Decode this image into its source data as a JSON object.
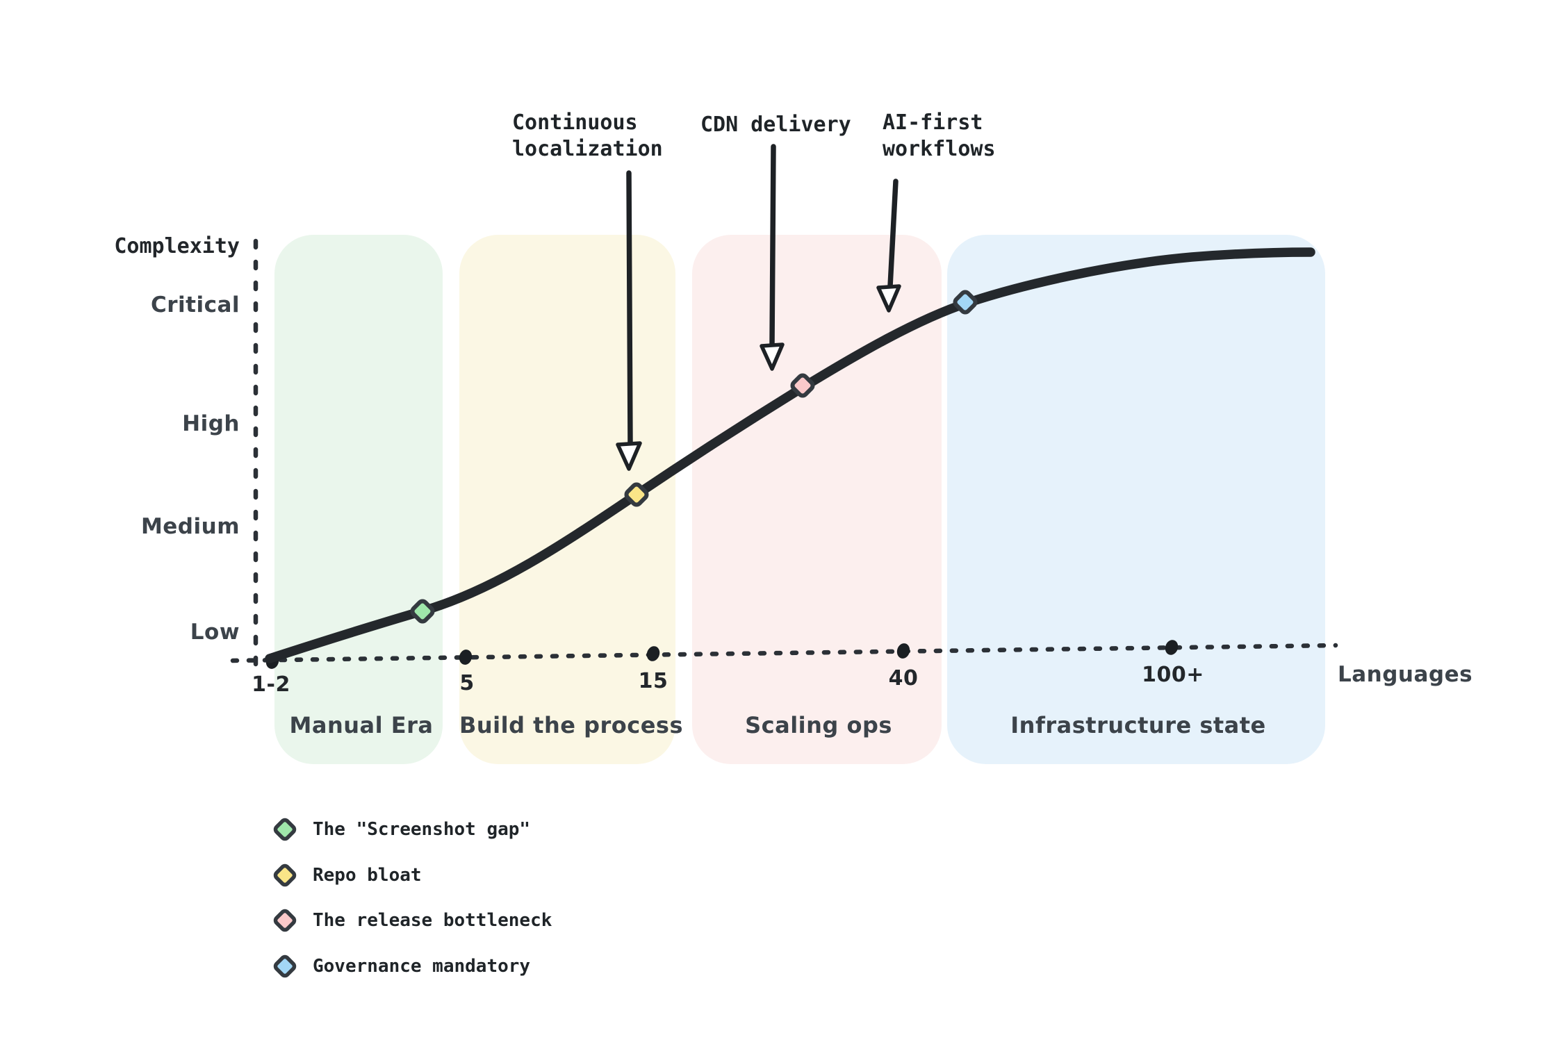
{
  "colors": {
    "ink": "#23272b",
    "outline": "#343a40",
    "zone_green": "#eaf6ec",
    "zone_yellow": "#fbf7e4",
    "zone_pink": "#fcefee",
    "zone_blue": "#e6f2fb",
    "milestone_green": "#9fe7ab",
    "milestone_yellow": "#fae588",
    "milestone_pink": "#fbc9ca",
    "milestone_blue": "#a3d7f6"
  },
  "y_axis": {
    "title": "Complexity",
    "labels": [
      "Critical",
      "High",
      "Medium",
      "Low"
    ]
  },
  "x_axis": {
    "title": "Languages",
    "ticks": [
      "1-2",
      "5",
      "15",
      "40",
      "100+"
    ]
  },
  "zones": [
    {
      "label": "Manual Era"
    },
    {
      "label": "Build the process"
    },
    {
      "label": "Scaling ops"
    },
    {
      "label": "Infrastructure state"
    }
  ],
  "annotations": [
    {
      "label": "Continuous\nlocalization"
    },
    {
      "label": "CDN delivery"
    },
    {
      "label": "AI-first\nworkflows"
    }
  ],
  "legend": [
    {
      "label": "The \"Screenshot gap\""
    },
    {
      "label": "Repo bloat"
    },
    {
      "label": "The release bottleneck"
    },
    {
      "label": "Governance mandatory"
    }
  ],
  "chart_data": {
    "type": "line",
    "title": "",
    "xlabel": "Languages",
    "ylabel": "Complexity",
    "x_ticks": [
      "1-2",
      "5",
      "15",
      "40",
      "100+"
    ],
    "y_ticks_bottom_to_top": [
      "Low",
      "Medium",
      "High",
      "Critical"
    ],
    "curve_shape": "s-curve rising from Low complexity at 1-2 languages, steepest between 5 and 40, plateauing near maximum beyond 100+",
    "curve_points_normalized": [
      [
        0.0,
        0.02
      ],
      [
        0.15,
        0.12
      ],
      [
        0.35,
        0.42
      ],
      [
        0.52,
        0.67
      ],
      [
        0.67,
        0.88
      ],
      [
        0.83,
        0.97
      ],
      [
        1.0,
        0.995
      ]
    ],
    "zones": [
      {
        "label": "Manual Era",
        "x_range": "1-2 to 5",
        "color": "#eaf6ec"
      },
      {
        "label": "Build the process",
        "x_range": "5 to 15",
        "color": "#fbf7e4"
      },
      {
        "label": "Scaling ops",
        "x_range": "15 to 40",
        "color": "#fcefee"
      },
      {
        "label": "Infrastructure state",
        "x_range": "40 to 100+",
        "color": "#e6f2fb"
      }
    ],
    "milestones": [
      {
        "label": "The \"Screenshot gap\"",
        "marker_color": "#9fe7ab",
        "zone": "Manual Era",
        "complexity": "Low"
      },
      {
        "label": "Repo bloat",
        "marker_color": "#fae588",
        "zone": "Build the process",
        "complexity": "Medium",
        "annotation": "Continuous localization"
      },
      {
        "label": "The release bottleneck",
        "marker_color": "#fbc9ca",
        "zone": "Scaling ops",
        "complexity": "High",
        "annotation": "CDN delivery"
      },
      {
        "label": "Governance mandatory",
        "marker_color": "#a3d7f6",
        "zone": "Infrastructure state",
        "complexity": "Critical",
        "annotation": "AI-first workflows"
      }
    ],
    "legend_position": "bottom-left",
    "grid": false
  }
}
